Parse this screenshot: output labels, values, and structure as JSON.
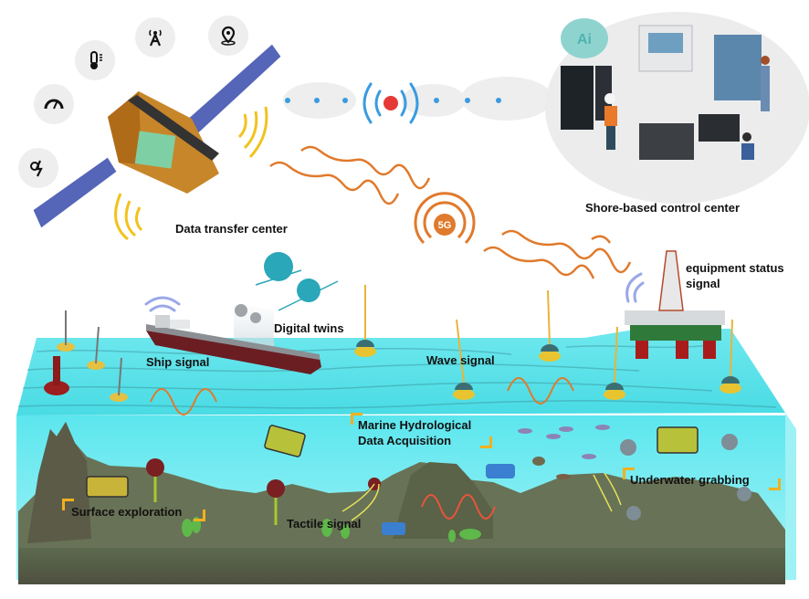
{
  "figure": {
    "title": "Marine communication and exploration system overview",
    "palette": {
      "water_surface": "#5fe3ea",
      "water_body": "#7ff0f4",
      "seabed": "#5d5e48",
      "signal_orange": "#e07a2c",
      "signal_blue": "#3a9be0",
      "signal_yellow": "#f2c21e",
      "accent_red": "#e53935",
      "satellite_panel": "#5565b8",
      "gear_teal": "#2aa7b8",
      "bracket_yellow": "#f2b01e"
    }
  },
  "status_icons": [
    {
      "name": "weather-lightning",
      "label": ""
    },
    {
      "name": "speedometer",
      "label": ""
    },
    {
      "name": "thermometer",
      "label": ""
    },
    {
      "name": "signal-tower",
      "label": ""
    },
    {
      "name": "location-pin",
      "label": ""
    }
  ],
  "labels": {
    "data_transfer_center": "Data transfer center",
    "shore_control_center": "Shore-based control center",
    "digital_twins": "Digital twins",
    "ship_signal": "Ship signal",
    "wave_signal": "Wave signal",
    "equipment_status_line1": "equipment status",
    "equipment_status_line2": "signal",
    "marine_hydro_line1": "Marine Hydrological",
    "marine_hydro_line2": "Data Acquisition",
    "surface_exploration": "Surface exploration",
    "tactile_signal": "Tactile signal",
    "underwater_grabbing": "Underwater grabbing"
  },
  "badges": {
    "fiveg": "5G",
    "ai": "Ai"
  }
}
